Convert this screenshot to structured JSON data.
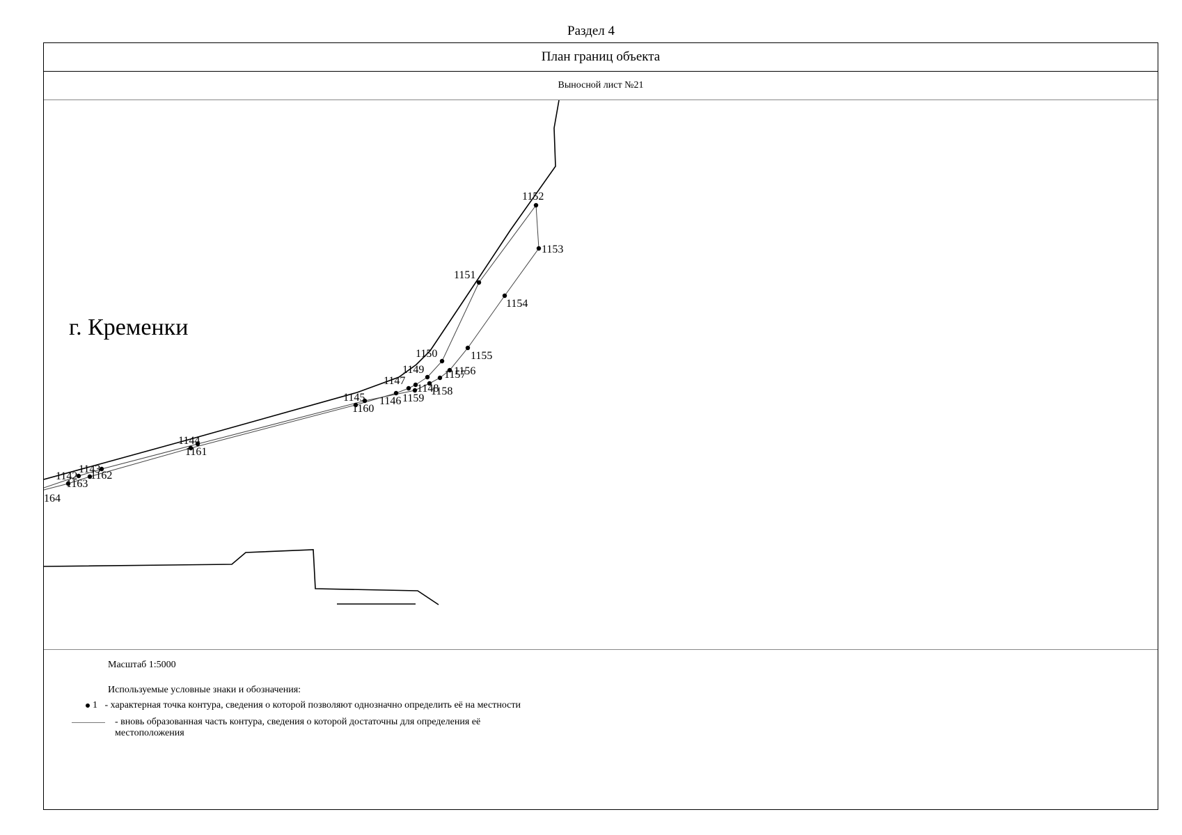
{
  "page": {
    "section_title": "Раздел 4",
    "plan_title": "План границ объекта",
    "sheet_title": "Выносной лист №21"
  },
  "map": {
    "town_label": "г. Кременки",
    "points": [
      {
        "id": "1142",
        "label": "1142"
      },
      {
        "id": "1143",
        "label": "1143"
      },
      {
        "id": "1144",
        "label": "1144"
      },
      {
        "id": "1145",
        "label": "1145"
      },
      {
        "id": "1146",
        "label": "1146"
      },
      {
        "id": "1147",
        "label": "1147"
      },
      {
        "id": "1148",
        "label": "1148"
      },
      {
        "id": "1149",
        "label": "1149"
      },
      {
        "id": "1150",
        "label": "1150"
      },
      {
        "id": "1151",
        "label": "1151"
      },
      {
        "id": "1152",
        "label": "1152"
      },
      {
        "id": "1153",
        "label": "1153"
      },
      {
        "id": "1154",
        "label": "1154"
      },
      {
        "id": "1155",
        "label": "1155"
      },
      {
        "id": "1156",
        "label": "1156"
      },
      {
        "id": "1157",
        "label": "1157"
      },
      {
        "id": "1158",
        "label": "1158"
      },
      {
        "id": "1159",
        "label": "1159"
      },
      {
        "id": "1160",
        "label": "1160"
      },
      {
        "id": "1161",
        "label": "1161"
      },
      {
        "id": "1162",
        "label": "1162"
      },
      {
        "id": "1163",
        "label": "1163"
      },
      {
        "id": "1164",
        "label": "164"
      }
    ]
  },
  "legend": {
    "scale": "Масштаб 1:5000",
    "heading": "Используемые условные знаки и обозначения:",
    "point_symbol_label": "1",
    "point_desc": "- характерная точка контура, сведения о которой позволяют однозначно определить её на местности",
    "line_desc": "- вновь образованная часть контура, сведения о которой достаточны для определения её местоположения"
  }
}
